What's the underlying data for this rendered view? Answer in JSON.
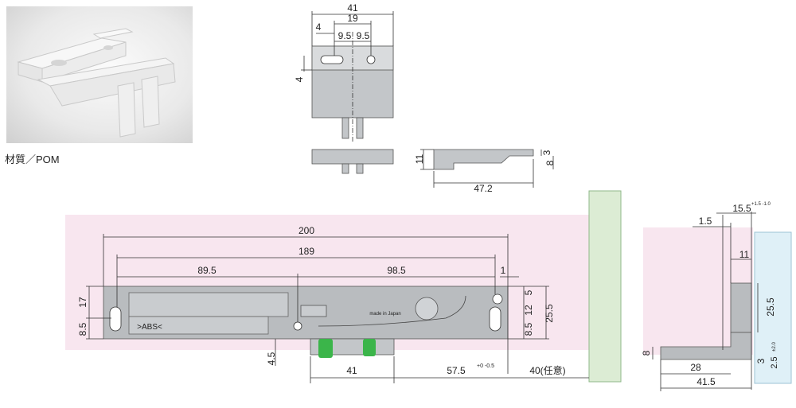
{
  "material_label": "材質／POM",
  "top_view": {
    "width_41": "41",
    "hole_span_19": "19",
    "offset_4": "4",
    "pitch_a": "9.5",
    "pitch_b": "9.5",
    "side_4": "4"
  },
  "side_view": {
    "height_11": "11",
    "thick_3": "3",
    "height_8": "8",
    "length_47_2": "47.2"
  },
  "main_view": {
    "overall_200": "200",
    "pitch_189": "189",
    "left_89_5": "89.5",
    "right_98_5": "98.5",
    "right_1": "1",
    "left_17": "17",
    "left_8_5": "8.5",
    "right_5": "5",
    "right_12": "12",
    "right_8_5": "8.5",
    "right_25_5": "25.5",
    "bottom_4_5": "4.5",
    "bottom_41": "41",
    "bottom_57_5": "57.5",
    "tol_57_5": "+0\n-0.5",
    "bottom_40": "40(任意)",
    "label_abs": ">ABS<",
    "label_made": "made in Japan"
  },
  "section_view": {
    "dim_15_5": "15.5",
    "tol_15_5": "+1.5\n-1.0",
    "dim_1_5": "1.5",
    "dim_11": "11",
    "dim_25_5": "25.5",
    "dim_8": "8",
    "dim_3": "3",
    "dim_2_5": "2.5",
    "tol_2_5": "±2.0",
    "dim_28": "28",
    "dim_41_5": "41.5"
  },
  "colors": {
    "pink_panel": "#f8e6ef",
    "green_panel": "#dcecd4",
    "blue_panel": "#dff0f7",
    "part_gray": "#b9bcbf",
    "latch_green": "#3bb54a"
  }
}
